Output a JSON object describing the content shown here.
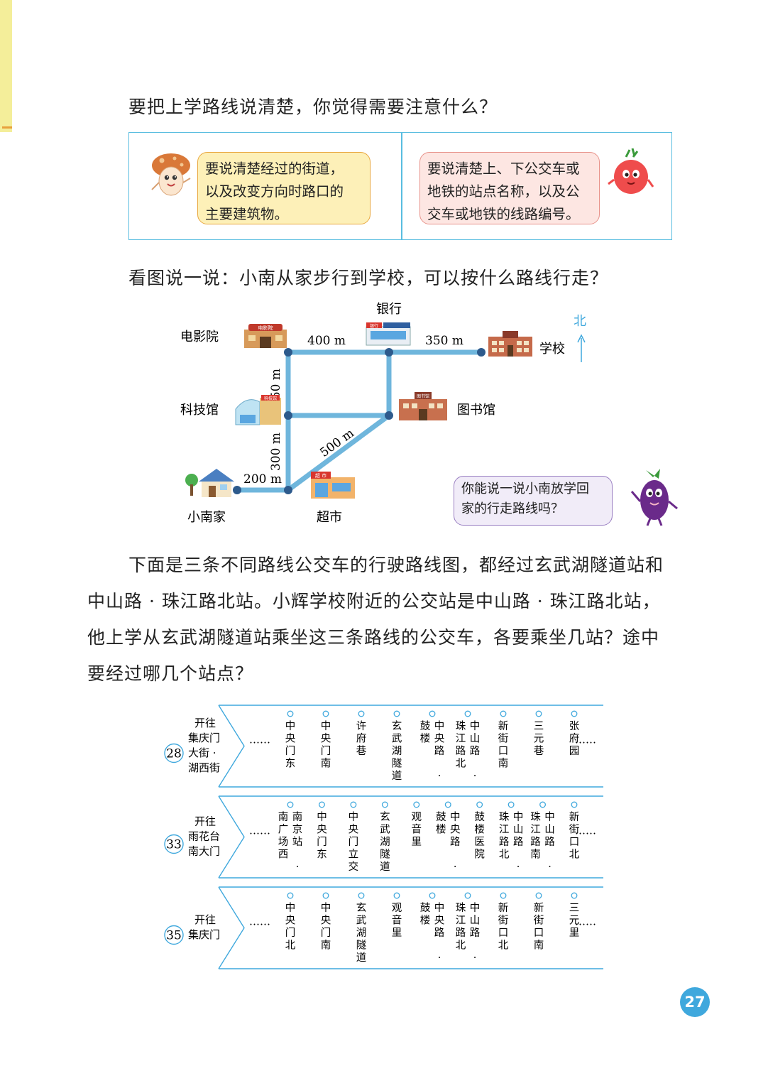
{
  "question1": "要把上学路线说清楚，你觉得需要注意什么？",
  "tip_left": [
    "要说清楚经过的街道，",
    "以及改变方向时路口的",
    "主要建筑物。"
  ],
  "tip_right": [
    "要说清楚上、下公交车或",
    "地铁的站点名称，以及公",
    "交车或地铁的线路编号。"
  ],
  "question2": "看图说一说：小南从家步行到学校，可以按什么路线行走？",
  "map": {
    "places": {
      "cinema": "电影院",
      "bank": "银行",
      "school": "学校",
      "science": "科技馆",
      "library": "图书馆",
      "home": "小南家",
      "market": "超市"
    },
    "signs": {
      "cinema": "电影院",
      "bank": "银行",
      "science": "科技馆",
      "library": "图书馆",
      "market": "超 市"
    },
    "distances": {
      "cinema_bank": "400 m",
      "bank_school": "350 m",
      "vertical_top": "250 m",
      "vertical_bottom": "300 m",
      "diagonal": "500 m",
      "home_segment": "200 m"
    },
    "north": "北"
  },
  "prompt_bubble": [
    "你能说一说小南放学回",
    "家的行走路线吗？"
  ],
  "paragraph": [
    "下面是三条不同路线公交车的行驶路线图，都经过玄武湖隧道站和",
    "中山路 · 珠江路北站。小辉学校附近的公交站是中山路 · 珠江路北站，",
    "他上学从玄武湖隧道站乘坐这三条路线的公交车，各要乘坐几站？途中",
    "要经过哪几个站点？"
  ],
  "routes": [
    {
      "number": "28",
      "dest": [
        "开往",
        "集庆门",
        "大街 ·",
        "湖西街"
      ],
      "ellipsis": "……",
      "stations": [
        [
          "中央门东"
        ],
        [
          "中央门南"
        ],
        [
          "许府巷"
        ],
        [
          "玄武湖隧道"
        ],
        [
          "鼓楼",
          "中央路 ·"
        ],
        [
          "珠江路北",
          "中山路 ·"
        ],
        [
          "新街口南"
        ],
        [
          "三元巷"
        ],
        [
          "张府园"
        ]
      ]
    },
    {
      "number": "33",
      "dest": [
        "开往",
        "雨花台",
        "南大门"
      ],
      "ellipsis": "……",
      "stations": [
        [
          "南广场西",
          "南京站 ·"
        ],
        [
          "中央门东"
        ],
        [
          "中央门立交"
        ],
        [
          "玄武湖隧道"
        ],
        [
          "观音里"
        ],
        [
          "鼓楼",
          "中央路 ·"
        ],
        [
          "鼓楼医院"
        ],
        [
          "珠江路北",
          "中山路 ·"
        ],
        [
          "珠江路南",
          "中山路 ·"
        ],
        [
          "新街口北"
        ]
      ]
    },
    {
      "number": "35",
      "dest": [
        "开往",
        "集庆门"
      ],
      "ellipsis": "……",
      "stations": [
        [
          "中央门北"
        ],
        [
          "中央门南"
        ],
        [
          "玄武湖隧道"
        ],
        [
          "观音里"
        ],
        [
          "鼓楼",
          "中央路 ·"
        ],
        [
          "珠江路北",
          "中山路 ·"
        ],
        [
          "新街口北"
        ],
        [
          "新街口南"
        ],
        [
          "三元里"
        ]
      ]
    }
  ],
  "page_number": "27",
  "colors": {
    "accent": "#3fa8dd",
    "road": "#6fb6dc",
    "node": "#2d5a8c"
  }
}
